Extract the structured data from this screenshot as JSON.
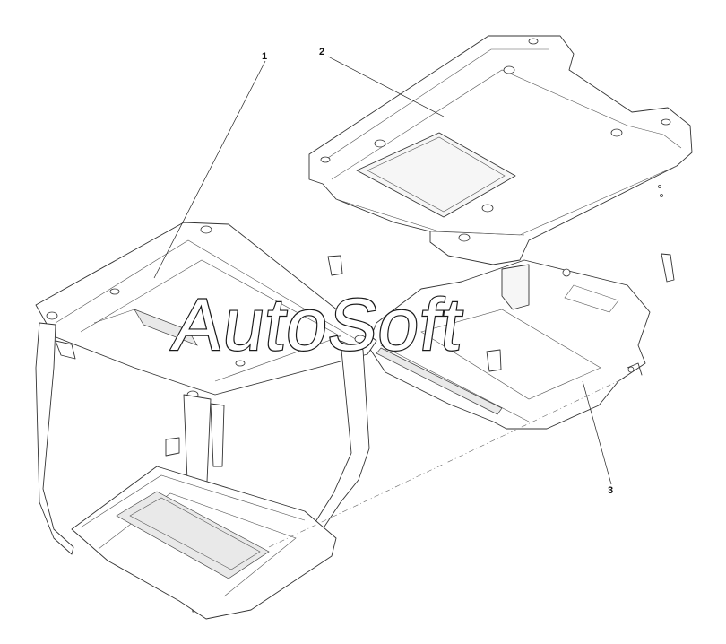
{
  "callouts": {
    "part_1": "1",
    "part_2": "2",
    "part_3": "3"
  },
  "watermark": "AutoSoft",
  "colors": {
    "background": "#ffffff",
    "line": "#333333"
  }
}
